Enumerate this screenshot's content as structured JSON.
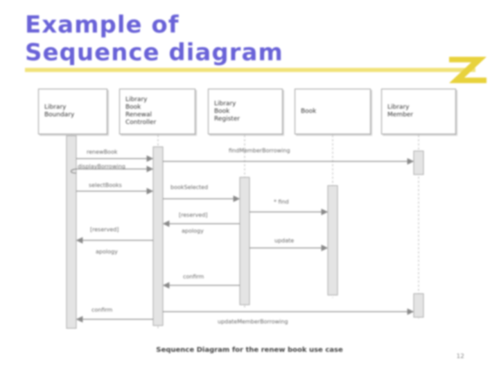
{
  "title": {
    "line1": "Example of",
    "line2": "Sequence diagram"
  },
  "lifelines": [
    {
      "label": "Library\nBoundary"
    },
    {
      "label": "Library\nBook\nRenewal\nController"
    },
    {
      "label": "Library\nBook\nRegister"
    },
    {
      "label": "Book"
    },
    {
      "label": "Library\nMember"
    }
  ],
  "messages": [
    {
      "label": "renewBook"
    },
    {
      "label": "findMemberBorrowing"
    },
    {
      "label": "displayBorrowing"
    },
    {
      "label": "selectBooks"
    },
    {
      "label": "bookSelected"
    },
    {
      "label": "* find"
    },
    {
      "label": "[reserved]"
    },
    {
      "label": "apology"
    },
    {
      "label": "[reserved]"
    },
    {
      "label": "apology"
    },
    {
      "label": "update"
    },
    {
      "label": "confirm"
    },
    {
      "label": "confirm"
    },
    {
      "label": "updateMemberBorrowing"
    }
  ],
  "caption": "Sequence Diagram for the renew book use case",
  "page_number": "12",
  "colors": {
    "title": "#6a63d8",
    "accent_bar": "#f1e27a",
    "logo": "#e8d23c"
  }
}
